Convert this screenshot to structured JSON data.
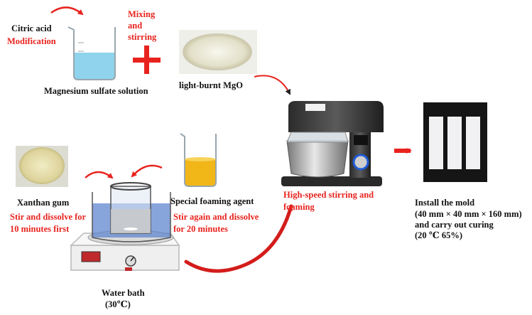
{
  "labels": {
    "citric_acid": "Citric acid",
    "modification": "Modification",
    "mixing_and": "Mixing",
    "and_word": "and",
    "stirring": "stirring",
    "magnesium_sulfate": "Magnesium sulfate solution",
    "light_burnt_mgo": "light-burnt MgO",
    "xanthan_gum": "Xanthan gum",
    "stir_dissolve_1": "Stir and dissolve for",
    "stir_dissolve_2": "10 minutes first",
    "special_foaming": "Special foaming agent",
    "stir_again_1": "Stir again and dissolve",
    "stir_again_2": "for 20 minutes",
    "water_bath_1": "Water bath",
    "water_bath_2": "(30℃)",
    "high_speed_1": "High-speed stirring and",
    "high_speed_2": "foaming",
    "install_1": "Install the mold",
    "install_2": "(40 mm × 40 mm × 160 mm)",
    "install_3": "and carry out curing",
    "install_4": "(20 ℃ 65%)"
  },
  "colors": {
    "accent_red": "#e8231e",
    "label_text": "#111111",
    "solution_blue": "#8fd3ec",
    "foaming_yellow": "#f1b617",
    "water_blue": "#4f78c8"
  }
}
